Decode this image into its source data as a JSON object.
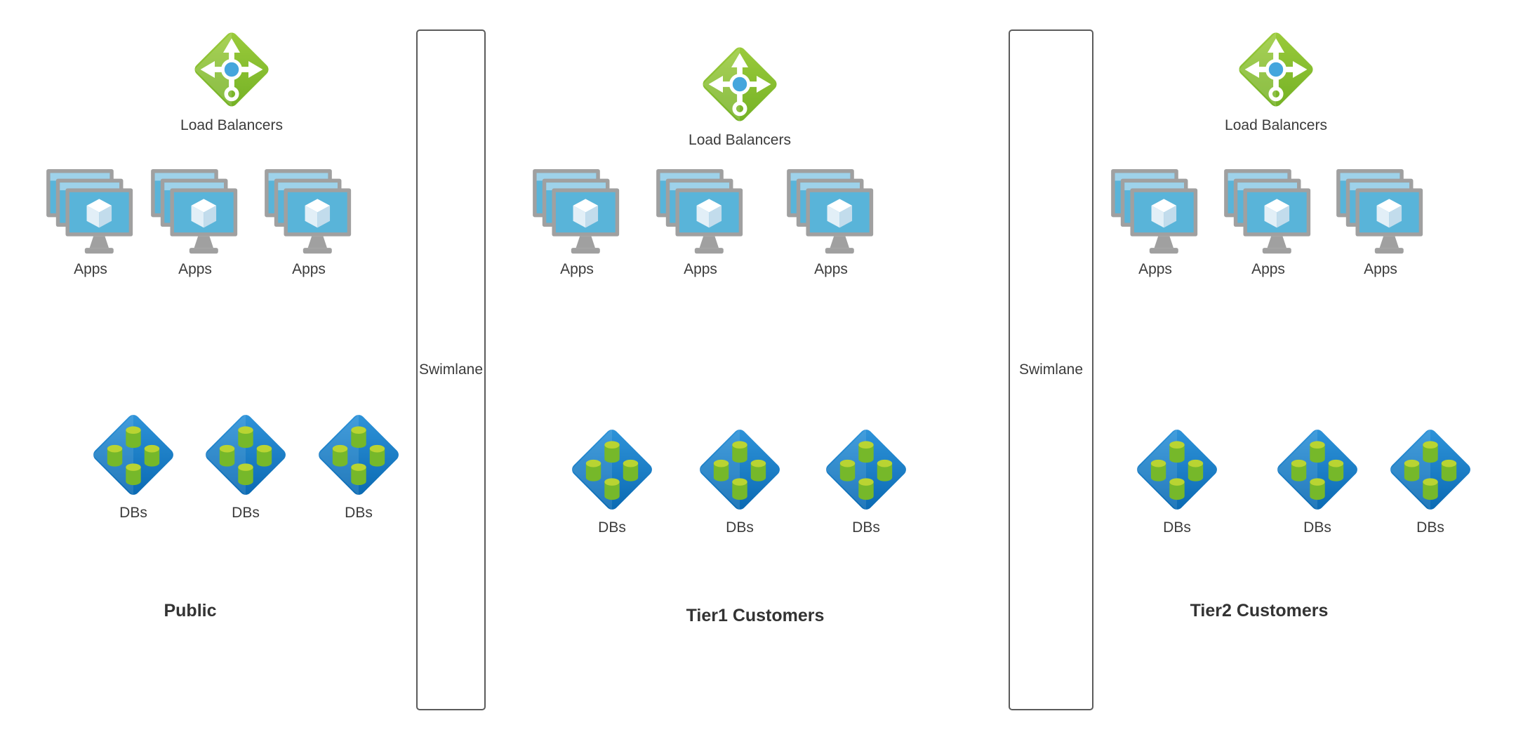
{
  "diagram": {
    "sections": [
      {
        "title": "Public",
        "load_balancer": {
          "label": "Load Balancers"
        },
        "apps": [
          {
            "label": "Apps"
          },
          {
            "label": "Apps"
          },
          {
            "label": "Apps"
          }
        ],
        "dbs": [
          {
            "label": "DBs"
          },
          {
            "label": "DBs"
          },
          {
            "label": "DBs"
          }
        ]
      },
      {
        "title": "Tier1 Customers",
        "load_balancer": {
          "label": "Load Balancers"
        },
        "apps": [
          {
            "label": "Apps"
          },
          {
            "label": "Apps"
          },
          {
            "label": "Apps"
          }
        ],
        "dbs": [
          {
            "label": "DBs"
          },
          {
            "label": "DBs"
          },
          {
            "label": "DBs"
          }
        ]
      },
      {
        "title": "Tier2 Customers",
        "load_balancer": {
          "label": "Load Balancers"
        },
        "apps": [
          {
            "label": "Apps"
          },
          {
            "label": "Apps"
          },
          {
            "label": "Apps"
          }
        ],
        "dbs": [
          {
            "label": "DBs"
          },
          {
            "label": "DBs"
          },
          {
            "label": "DBs"
          }
        ]
      }
    ],
    "swimlanes": [
      {
        "label": "Swimlane"
      },
      {
        "label": "Swimlane"
      }
    ],
    "icons": {
      "load_balancer": "load-balancer-icon",
      "apps": "app-servers-icon",
      "dbs": "database-cluster-icon"
    },
    "colors": {
      "lb_green": "#7fb82a",
      "lb_green_light": "#9bcb3b",
      "hub_blue": "#45a6dd",
      "app_screen_blue": "#59b4d9",
      "app_frame_gray": "#a0a0a0",
      "db_blue": "#0f7ac4",
      "cylinder_green": "#76b82a",
      "cylinder_top_green": "#b9d432",
      "swimlane_border": "#5b5b5b",
      "text": "#3b3b3b",
      "background": "#ffffff"
    }
  }
}
